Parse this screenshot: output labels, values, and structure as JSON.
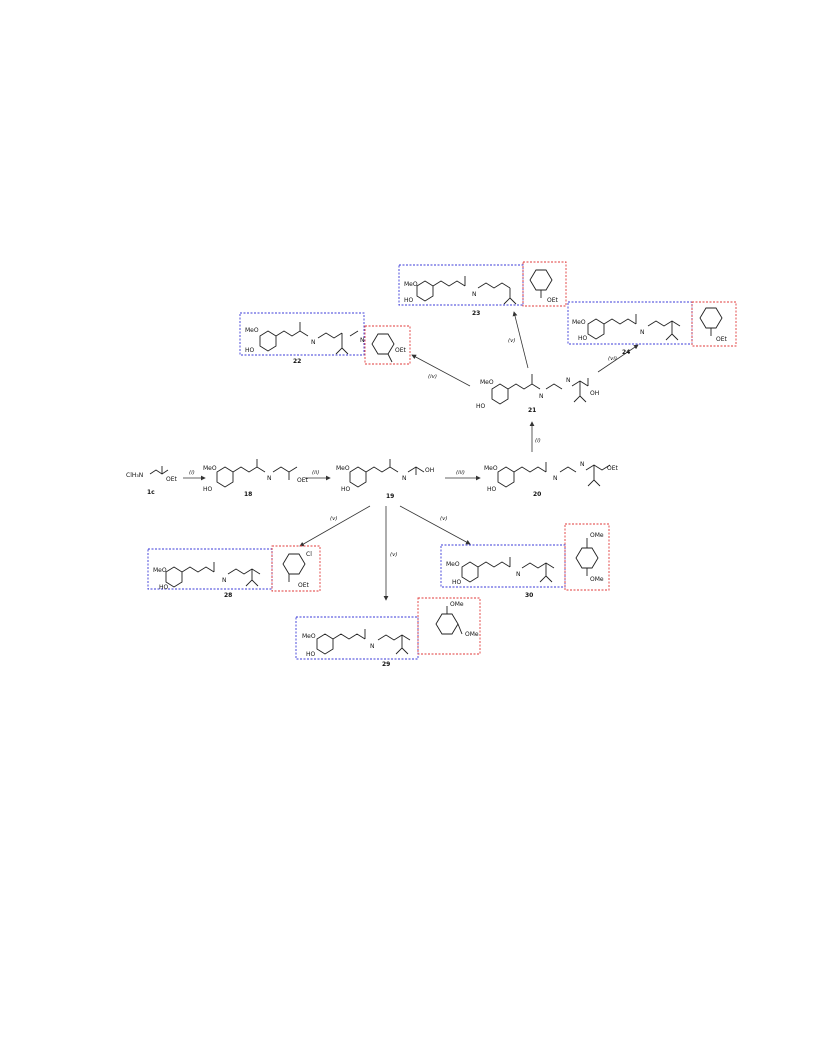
{
  "scheme": {
    "start_label": "ClH₃N",
    "start_ester": "OEt",
    "compounds": {
      "c1": {
        "id": "1c"
      },
      "c18": {
        "id": "18",
        "ester": "OEt",
        "meo": "MeO",
        "ho": "HO",
        "nh": "N"
      },
      "c19": {
        "id": "19",
        "acid": "OH",
        "meo": "MeO",
        "ho": "HO",
        "nh": "N"
      },
      "c20": {
        "id": "20",
        "ester": "OEt",
        "meo": "MeO",
        "ho": "HO",
        "nh1": "N",
        "nh2": "N"
      },
      "c21": {
        "id": "21",
        "acid": "OH",
        "meo": "MeO",
        "ho": "HO",
        "nh1": "N",
        "nh2": "N"
      },
      "c22": {
        "id": "22",
        "ester": "OEt",
        "meo": "MeO",
        "ho": "HO",
        "n": "N",
        "nh": "N"
      },
      "c23": {
        "id": "23",
        "ester": "OEt",
        "meo": "MeO",
        "ho": "HO",
        "nh": "N"
      },
      "c24": {
        "id": "24",
        "ester": "OEt",
        "meo": "MeO",
        "ho": "HO",
        "nh": "N"
      },
      "c28": {
        "id": "28",
        "ester": "OEt",
        "cl": "Cl",
        "meo": "MeO",
        "ho": "HO",
        "nh": "N"
      },
      "c29": {
        "id": "29",
        "ester1": "OMe",
        "ester2": "OMe",
        "meo": "MeO",
        "ho": "HO",
        "nh": "N"
      },
      "c30": {
        "id": "30",
        "ester1": "OMe",
        "ester2": "OMe",
        "meo": "MeO",
        "ho": "HO",
        "nh": "N"
      }
    },
    "conditions": {
      "a": "(i)",
      "b": "(ii)",
      "c": "(iii)",
      "d": "(i)",
      "e": "(iv)",
      "f": "(v)",
      "g": "(vi)",
      "h": "(v)",
      "i": "(v)",
      "j": "(v)"
    },
    "colors": {
      "fragment_box": "#3b3bd8",
      "substituent_box": "#e03a3a"
    }
  }
}
